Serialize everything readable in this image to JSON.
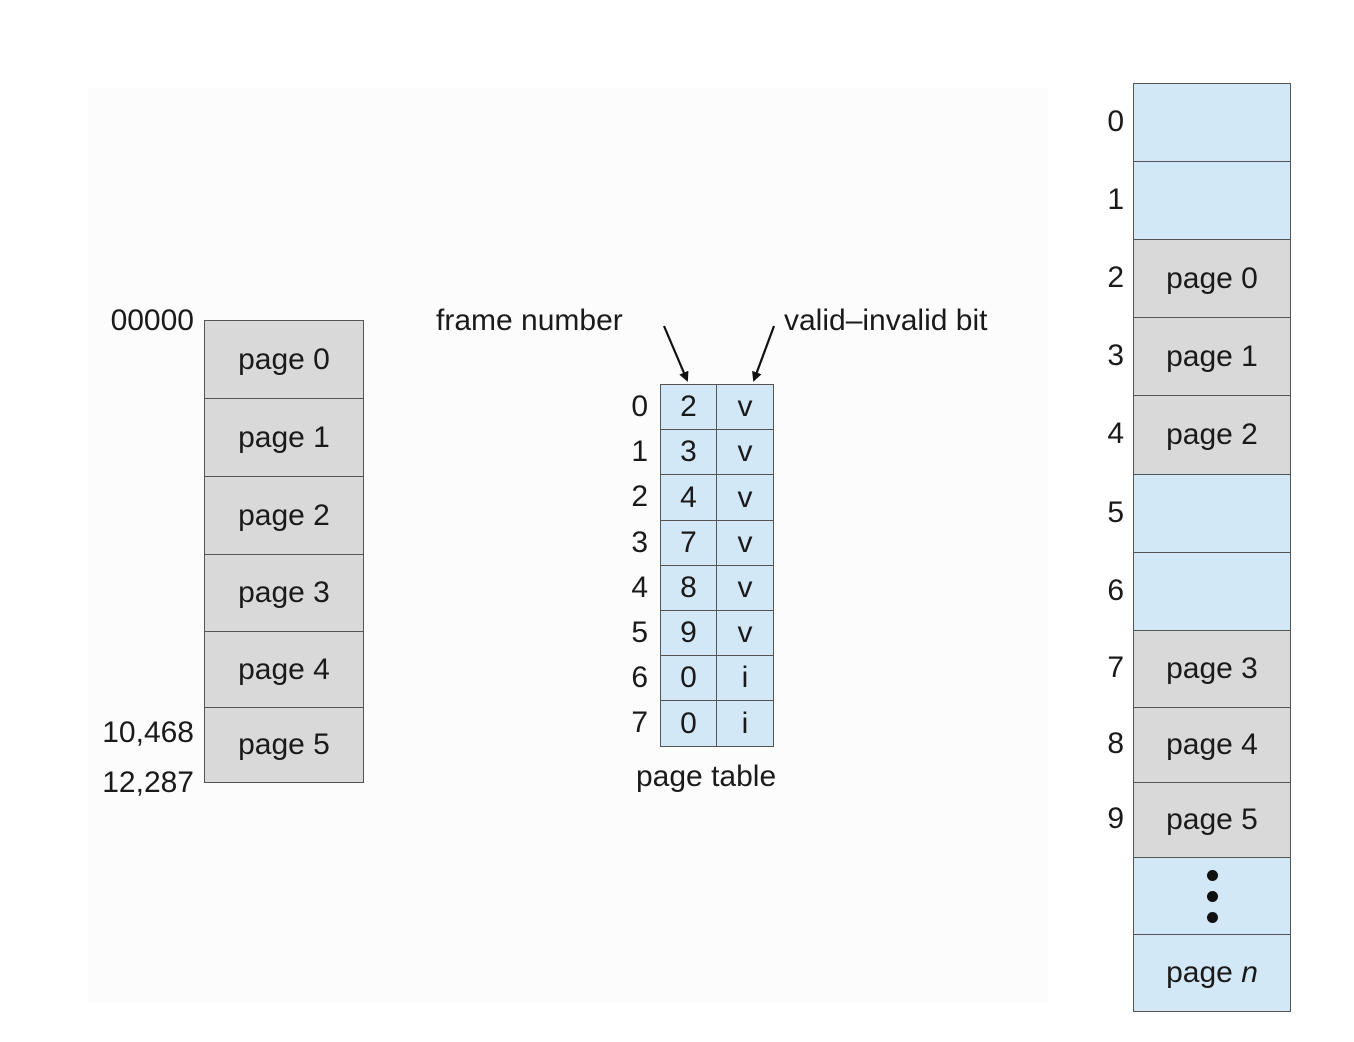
{
  "colors": {
    "page_fill": "#d9d9d9",
    "table_fill": "#d3e8f7",
    "border": "#555555"
  },
  "logical_memory": {
    "pages": [
      "page 0",
      "page 1",
      "page 2",
      "page 3",
      "page 4",
      "page 5"
    ],
    "addr_start": "00000",
    "addr_mid": "10,468",
    "addr_end": "12,287"
  },
  "page_table": {
    "caption": "page table",
    "frame_label": "frame number",
    "valid_label": "valid–invalid bit",
    "indices": [
      "0",
      "1",
      "2",
      "3",
      "4",
      "5",
      "6",
      "7"
    ],
    "frames": [
      "2",
      "3",
      "4",
      "7",
      "8",
      "9",
      "0",
      "0"
    ],
    "bits": [
      "v",
      "v",
      "v",
      "v",
      "v",
      "v",
      "i",
      "i"
    ]
  },
  "physical_memory": {
    "indices": [
      "0",
      "1",
      "2",
      "3",
      "4",
      "5",
      "6",
      "7",
      "8",
      "9"
    ],
    "frames": [
      "",
      "",
      "page 0",
      "page 1",
      "page 2",
      "",
      "",
      "page 3",
      "page 4",
      "page 5"
    ],
    "last_prefix": "page",
    "last_var": "n"
  }
}
